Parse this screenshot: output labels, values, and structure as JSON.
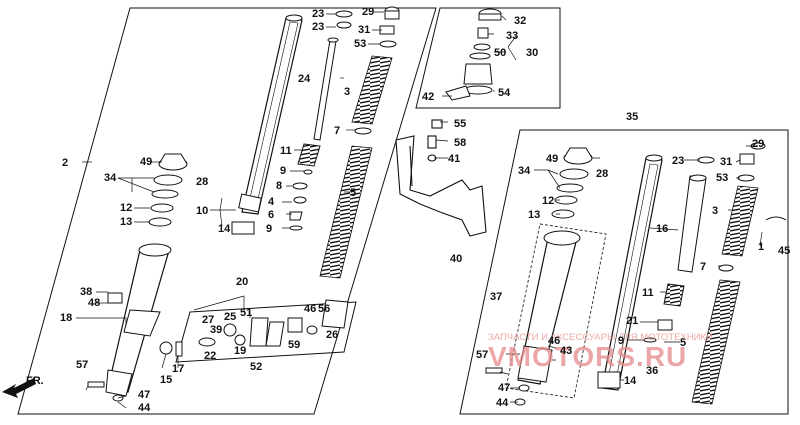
{
  "diagram": {
    "callouts": [
      {
        "id": "c2",
        "text": "2"
      },
      {
        "id": "c23a",
        "text": "23"
      },
      {
        "id": "c23b",
        "text": "23"
      },
      {
        "id": "c29a",
        "text": "29"
      },
      {
        "id": "c31a",
        "text": "31"
      },
      {
        "id": "c53a",
        "text": "53"
      },
      {
        "id": "c24",
        "text": "24"
      },
      {
        "id": "c3a",
        "text": "3"
      },
      {
        "id": "c7a",
        "text": "7"
      },
      {
        "id": "c11a",
        "text": "11"
      },
      {
        "id": "c9a",
        "text": "9"
      },
      {
        "id": "c8",
        "text": "8"
      },
      {
        "id": "c4",
        "text": "4"
      },
      {
        "id": "c5a",
        "text": "5"
      },
      {
        "id": "c6",
        "text": "6"
      },
      {
        "id": "c9b",
        "text": "9"
      },
      {
        "id": "c10",
        "text": "10"
      },
      {
        "id": "c14a",
        "text": "14"
      },
      {
        "id": "c49a",
        "text": "49"
      },
      {
        "id": "c34a",
        "text": "34"
      },
      {
        "id": "c28a",
        "text": "28"
      },
      {
        "id": "c12a",
        "text": "12"
      },
      {
        "id": "c13a",
        "text": "13"
      },
      {
        "id": "c38",
        "text": "38"
      },
      {
        "id": "c48",
        "text": "48"
      },
      {
        "id": "c18",
        "text": "18"
      },
      {
        "id": "c57a",
        "text": "57"
      },
      {
        "id": "c47a",
        "text": "47"
      },
      {
        "id": "c44a",
        "text": "44"
      },
      {
        "id": "c15",
        "text": "15"
      },
      {
        "id": "c17",
        "text": "17"
      },
      {
        "id": "c22",
        "text": "22"
      },
      {
        "id": "c27",
        "text": "27"
      },
      {
        "id": "c39",
        "text": "39"
      },
      {
        "id": "c25",
        "text": "25"
      },
      {
        "id": "c19",
        "text": "19"
      },
      {
        "id": "c20",
        "text": "20"
      },
      {
        "id": "c51",
        "text": "51"
      },
      {
        "id": "c52",
        "text": "52"
      },
      {
        "id": "c59",
        "text": "59"
      },
      {
        "id": "c46",
        "text": "46"
      },
      {
        "id": "c56",
        "text": "56"
      },
      {
        "id": "c26",
        "text": "26"
      },
      {
        "id": "c32",
        "text": "32"
      },
      {
        "id": "c33",
        "text": "33"
      },
      {
        "id": "c50",
        "text": "50"
      },
      {
        "id": "c30",
        "text": "30"
      },
      {
        "id": "c42",
        "text": "42"
      },
      {
        "id": "c54",
        "text": "54"
      },
      {
        "id": "c55",
        "text": "55"
      },
      {
        "id": "c58",
        "text": "58"
      },
      {
        "id": "c41",
        "text": "41"
      },
      {
        "id": "c40",
        "text": "40"
      },
      {
        "id": "c35",
        "text": "35"
      },
      {
        "id": "c49b",
        "text": "49"
      },
      {
        "id": "c34b",
        "text": "34"
      },
      {
        "id": "c28b",
        "text": "28"
      },
      {
        "id": "c12b",
        "text": "12"
      },
      {
        "id": "c13b",
        "text": "13"
      },
      {
        "id": "c37",
        "text": "37"
      },
      {
        "id": "c57b",
        "text": "57"
      },
      {
        "id": "c47b",
        "text": "47"
      },
      {
        "id": "c44b",
        "text": "44"
      },
      {
        "id": "c46b",
        "text": "46"
      },
      {
        "id": "c43",
        "text": "43"
      },
      {
        "id": "c29b",
        "text": "29"
      },
      {
        "id": "c23c",
        "text": "23"
      },
      {
        "id": "c31b",
        "text": "31"
      },
      {
        "id": "c53b",
        "text": "53"
      },
      {
        "id": "c3b",
        "text": "3"
      },
      {
        "id": "c16",
        "text": "16"
      },
      {
        "id": "c1",
        "text": "1"
      },
      {
        "id": "c45",
        "text": "45"
      },
      {
        "id": "c7b",
        "text": "7"
      },
      {
        "id": "c11b",
        "text": "11"
      },
      {
        "id": "c21",
        "text": "21"
      },
      {
        "id": "c9c",
        "text": "9"
      },
      {
        "id": "c5b",
        "text": "5"
      },
      {
        "id": "c36",
        "text": "36"
      },
      {
        "id": "c14b",
        "text": "14"
      }
    ],
    "front_label": "FR.",
    "watermark_small": "ЗАПЧАСТИ И АКСЕССУАРЫ ДЛЯ МОТОТЕХНИКИ",
    "watermark_large": "VMOTORS.RU",
    "colors": {
      "ink": "#111111",
      "watermark": "#e58a8a"
    }
  }
}
